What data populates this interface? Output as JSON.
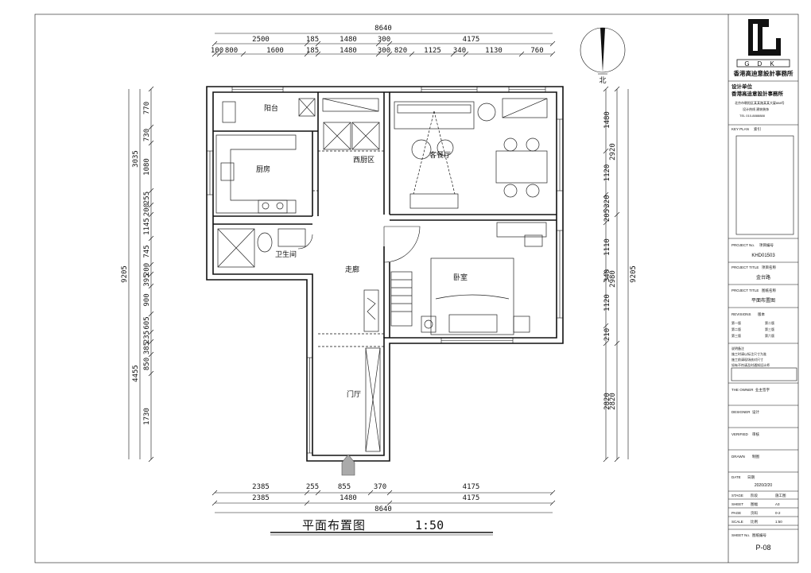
{
  "drawing": {
    "title": "平面布置图",
    "scale": "1:50",
    "north_label": "北",
    "top_total": "8640",
    "top_row1": [
      "2500",
      "185",
      "1480",
      "300",
      "4175"
    ],
    "top_row2": [
      "100",
      "800",
      "1600",
      "185",
      "1480",
      "300",
      "820",
      "1125",
      "340",
      "1130",
      "760"
    ],
    "bottom_row1": [
      "2385",
      "255",
      "855",
      "370",
      "4175"
    ],
    "bottom_row2": [
      "2385",
      "1480",
      "4175"
    ],
    "bottom_total": "8640",
    "left_total": "9205",
    "left_group1": "3035",
    "left_group2": "4455",
    "left_chain": [
      "770",
      "730",
      "1080",
      "255",
      "200",
      "1145",
      "745",
      "200",
      "395",
      "900",
      "605",
      "235",
      "385",
      "850",
      "1730"
    ],
    "right_total": "9205",
    "right_group_a": [
      "2920",
      "2980",
      "2820"
    ],
    "right_chain": [
      "1480",
      "1120",
      "320",
      "205",
      "1110",
      "340",
      "1120",
      "210",
      "2820"
    ]
  },
  "rooms": {
    "balcony": "阳台",
    "kitchen": "厨房",
    "west_kitchen": "西厨区",
    "living_dining": "客餐厅",
    "bathroom": "卫生间",
    "corridor": "走廊",
    "bedroom": "卧室",
    "foyer": "门厅"
  },
  "titleblock": {
    "logo_letters": "GDK",
    "firm": "香港高迪意設計事務所",
    "design_unit_label": "设计单位",
    "design_unit_name": "香港高迪意設計事務所",
    "address_lines": [
      "北京市朝阳区某某路某某大厦888号",
      "设计热线 建筑装饰",
      "TEL 010-8888888"
    ],
    "key_plan_label": "KEY PLAN",
    "key_plan_cn": "索引",
    "project_no_label": "PROJECT No.",
    "project_no_cn": "项目编号",
    "project_no": "KHD01503",
    "project_title_label": "PROJECT TITLE",
    "project_title_cn": "项目名称",
    "project_title": "金台路",
    "project_title2_label": "PROJECT TITLE",
    "project_title2_cn": "图纸名称",
    "drawing_name": "平面布置图",
    "revisions_label": "REVISIONS",
    "revisions_cn": "版本",
    "revision_rows": [
      [
        "第一版",
        "第二版"
      ],
      [
        "第二版",
        "第三版"
      ],
      [
        "第三版",
        "第六版"
      ]
    ],
    "notes": [
      "说明备注",
      "施工时请以标注尺寸为准",
      "施工前请现场核对尺寸",
      "如有不符请及时通知设计师"
    ],
    "owner_label": "THE OWNER",
    "owner_cn": "业主签字",
    "designer_label": "DESIGNER",
    "designer_cn": "设计",
    "verified_label": "VERIFIED",
    "verified_cn": "审核",
    "drawn_label": "DRAWN",
    "drawn_cn": "制图",
    "date_label": "DATE",
    "date_cn": "日期",
    "date": "2020/2/20",
    "stage_label": "STAGE",
    "stage_cn": "阶段",
    "stage": "施工图",
    "sheet_label": "SHEET",
    "sheet_cn": "图幅",
    "sheet": "A3",
    "page_label": "PAGE",
    "page_cn": "页码",
    "page": "0-2",
    "scale_label": "SCALE",
    "scale_cn": "比例",
    "scale": "1:50",
    "sheet_no_label": "SHEET No.",
    "sheet_no_cn": "图纸编号",
    "sheet_no": "P-08"
  }
}
